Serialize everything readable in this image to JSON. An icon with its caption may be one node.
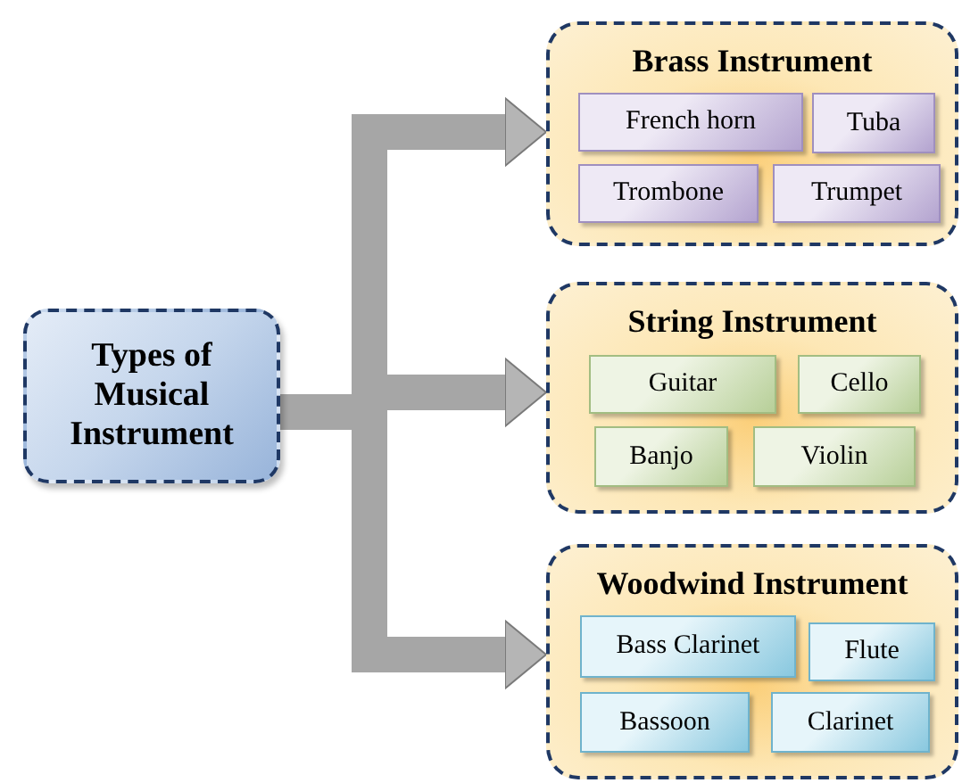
{
  "diagram": {
    "nodes": [
      {
        "text": [
          "Types of Musical Instrument"
        ]
      },
      {
        "text": [
          "Brass Instrument"
        ]
      },
      {
        "text": [
          "French horn"
        ],
        "in": 1
      },
      {
        "text": [
          "Tuba"
        ],
        "in": 1
      },
      {
        "text": [
          "Trombone"
        ],
        "in": 1
      },
      {
        "text": [
          "Trumpet"
        ],
        "in": 1
      },
      {
        "text": [
          "String Instrument"
        ]
      },
      {
        "text": [
          "Guitar"
        ],
        "in": 6
      },
      {
        "text": [
          "Cello"
        ],
        "in": 6
      },
      {
        "text": [
          "Banjo"
        ],
        "in": 6
      },
      {
        "text": [
          "Violin"
        ],
        "in": 6
      },
      {
        "text": [
          "Woodwind Instrument"
        ]
      },
      {
        "text": [
          "Bass Clarinet"
        ],
        "in": 11
      },
      {
        "text": [
          "Flute"
        ],
        "in": 11
      },
      {
        "text": [
          "Bassoon"
        ],
        "in": 11
      },
      {
        "text": [
          "Clarinet"
        ],
        "in": 11
      }
    ],
    "edges": [
      {
        "from": 0,
        "to": 1,
        "arrow": "to"
      },
      {
        "from": 0,
        "to": 6,
        "arrow": "to"
      },
      {
        "from": 0,
        "to": 11,
        "arrow": "to"
      }
    ]
  }
}
